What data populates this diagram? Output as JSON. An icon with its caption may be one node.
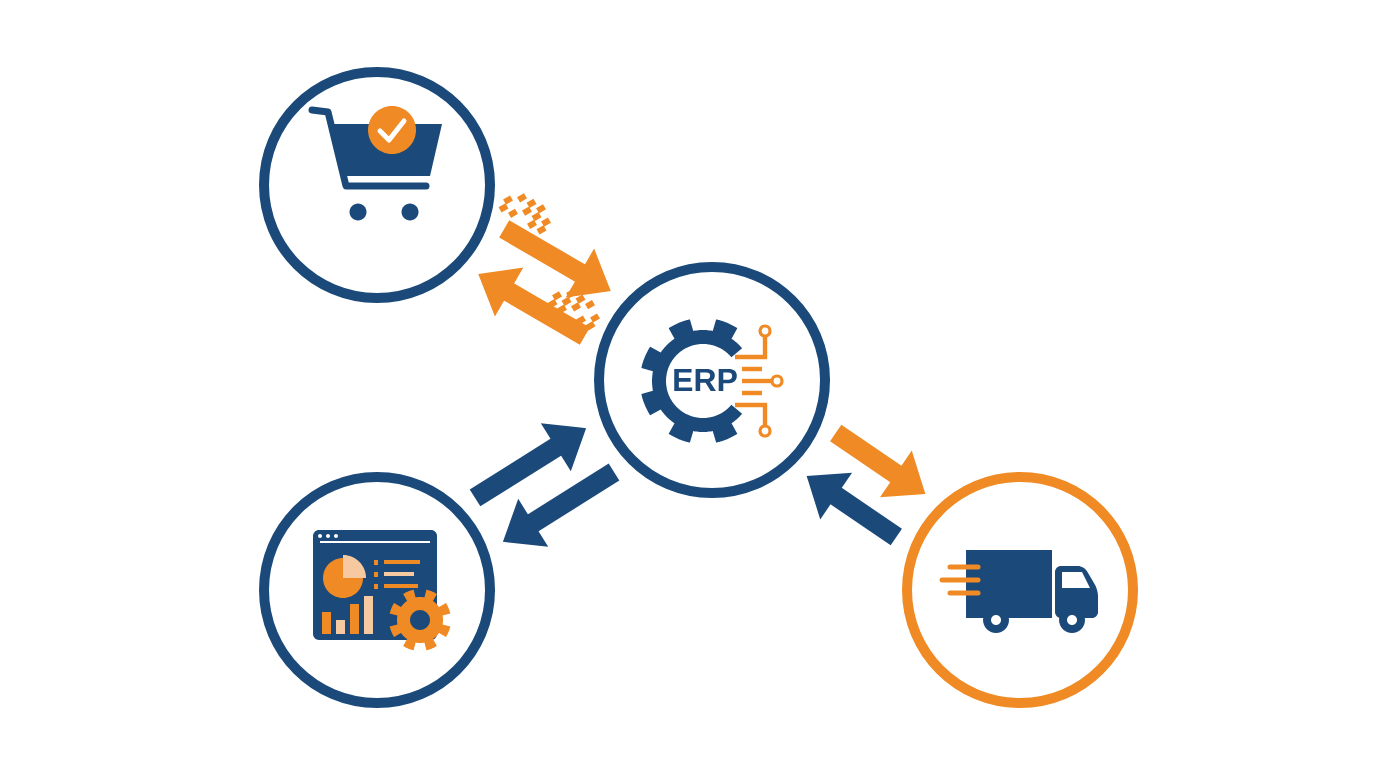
{
  "diagram": {
    "nodes": [
      {
        "text": [],
        "shape": "circle"
      },
      {
        "text": [
          "ERP"
        ]
      },
      {
        "text": [],
        "shape": "circle"
      },
      {
        "text": [],
        "shape": "circle"
      }
    ],
    "edges": [
      {
        "from": 0,
        "to": 1,
        "arrow": "to",
        "color": "#f08a24"
      },
      {
        "from": 1,
        "to": 0,
        "arrow": "to",
        "color": "#f08a24"
      },
      {
        "from": 2,
        "to": 1,
        "arrow": "to",
        "color": "#1b4a7a"
      },
      {
        "from": 1,
        "to": 2,
        "arrow": "to",
        "color": "#1b4a7a"
      },
      {
        "from": 1,
        "to": 3,
        "arrow": "to",
        "color": "#f08a24"
      },
      {
        "from": 3,
        "to": 1,
        "arrow": "to",
        "color": "#1b4a7a"
      }
    ]
  }
}
